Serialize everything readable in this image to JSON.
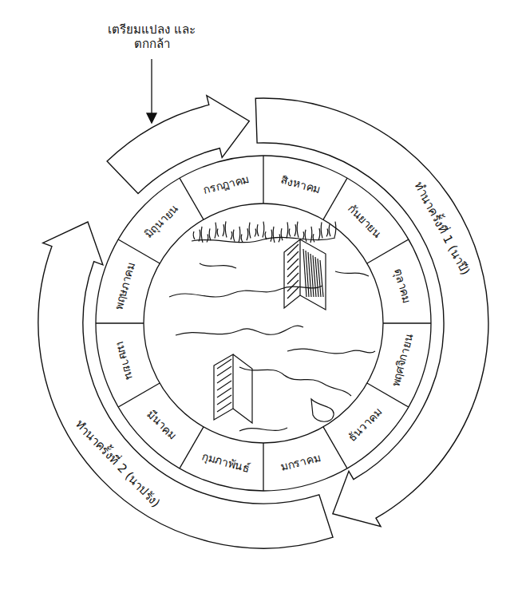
{
  "diagram": {
    "labels": [
      "เตรียมแปลง และตกกล้า",
      "ทำนาครั้งที่ 1 (นาปี)",
      "กรกฎาคม",
      "สิงหาคม",
      "กันยายน",
      "ตุลาคม",
      "พฤศจิกายน",
      "ธันวาคม",
      "มกราคม",
      "กุมภาพันธ์",
      "มีนาคม",
      "เมษายน",
      "พฤษภาคม",
      "มิถุนายน",
      "ทำนาครั้งที่ 2 (นาปรัง)"
    ]
  }
}
